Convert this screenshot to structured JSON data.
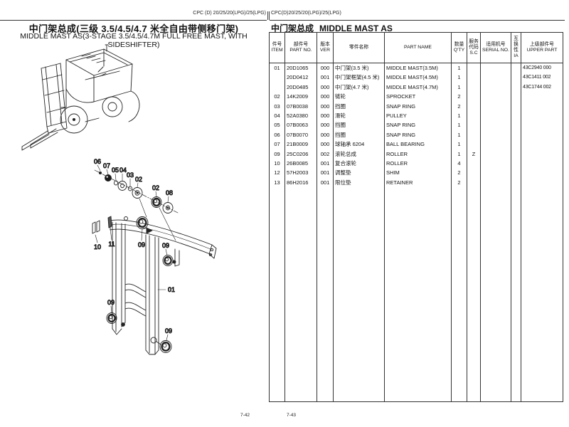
{
  "left_page": {
    "model_code": "CPC (D) 20/25/20(LPG)/25(LPG)",
    "title_cn": "中门架总成(三级 3.5/4.5/4.7 米全自由带侧移门架)",
    "title_en": "MIDDLE MAST AS(3-STAGE 3.5/4.5/4.7M FULL FREE MAST, WITH SIDESHIFTER)"
  },
  "right_page": {
    "model_code": "CPC(D)20/25/20(LPG)/25(LPG)",
    "title_cn": "中门架总成",
    "title_en": "MIDDLE MAST AS"
  },
  "diagram": {
    "callouts": [
      {
        "label": "06"
      },
      {
        "label": "07"
      },
      {
        "label": "05"
      },
      {
        "label": "04"
      },
      {
        "label": "03"
      },
      {
        "label": "02"
      },
      {
        "label": "02"
      },
      {
        "label": "08"
      },
      {
        "label": "09"
      },
      {
        "label": "09"
      },
      {
        "label": "10"
      },
      {
        "label": "11"
      },
      {
        "label": "01"
      },
      {
        "label": "09"
      },
      {
        "label": "09"
      }
    ]
  },
  "table": {
    "columns": [
      {
        "cn": "件号",
        "en": "ITEM"
      },
      {
        "cn": "部件号",
        "en": "PART NO."
      },
      {
        "cn": "版本",
        "en": "VER"
      },
      {
        "cn": "零件名称",
        "en": ""
      },
      {
        "cn": "",
        "en": "PART NAME"
      },
      {
        "cn": "数量",
        "en": "Q'TY"
      },
      {
        "cn": "服务代码",
        "en": "S.C"
      },
      {
        "cn": "适用机号",
        "en": "SERIAL NO."
      },
      {
        "cn": "互换性",
        "en": "IA"
      },
      {
        "cn": "上级部件号",
        "en": "UPPER PART"
      }
    ],
    "rows": [
      [
        "01",
        "20D1065",
        "000",
        "中门架(3.5 米)",
        "MIDDLE MAST(3.5M)",
        "1",
        "",
        "",
        "",
        "43C2940 000"
      ],
      [
        "",
        "20D0412",
        "001",
        "中门架框架(4.5 米)",
        "MIDDLE MAST(4.5M)",
        "1",
        "",
        "",
        "",
        "43C1411 002"
      ],
      [
        "",
        "20D0485",
        "000",
        "中门架(4.7 米)",
        "MIDDLE MAST(4.7M)",
        "1",
        "",
        "",
        "",
        "43C1744 002"
      ],
      [
        "02",
        "14K2009",
        "000",
        "链轮",
        "SPROCKET",
        "2",
        "",
        "",
        "",
        ""
      ],
      [
        "03",
        "07B0038",
        "000",
        "挡圈",
        "SNAP RING",
        "2",
        "",
        "",
        "",
        ""
      ],
      [
        "04",
        "52A0380",
        "000",
        "滑轮",
        "PULLEY",
        "1",
        "",
        "",
        "",
        ""
      ],
      [
        "05",
        "07B0063",
        "000",
        "挡圈",
        "SNAP RING",
        "1",
        "",
        "",
        "",
        ""
      ],
      [
        "06",
        "07B0070",
        "000",
        "挡圈",
        "SNAP RING",
        "1",
        "",
        "",
        "",
        ""
      ],
      [
        "07",
        "21B0009",
        "000",
        "球轴承 6204",
        "BALL BEARING",
        "1",
        "",
        "",
        "",
        ""
      ],
      [
        "09",
        "25C0206",
        "002",
        "滚轮总成",
        "ROLLER",
        "1",
        "Z",
        "",
        "",
        ""
      ],
      [
        "10",
        "26B0085",
        "001",
        "复合滚轮",
        "ROLLER",
        "4",
        "",
        "",
        "",
        ""
      ],
      [
        "12",
        "57H2003",
        "001",
        "调整垫",
        "SHIM",
        "2",
        "",
        "",
        "",
        ""
      ],
      [
        "13",
        "86H2016",
        "001",
        "限位垫",
        "RETAINER",
        "2",
        "",
        "",
        "",
        ""
      ]
    ]
  },
  "footer": {
    "left_page_no": "7-42",
    "right_page_no": "7-43"
  }
}
